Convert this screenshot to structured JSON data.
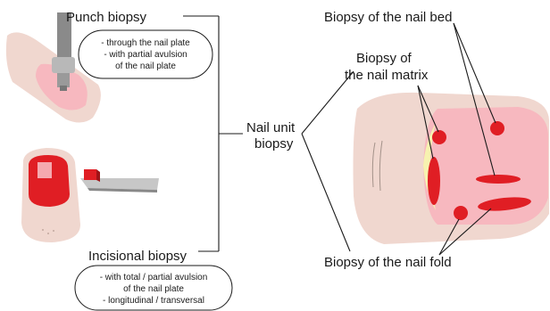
{
  "labels": {
    "punch": "Punch biopsy",
    "incisional": "Incisional biopsy",
    "center_line1": "Nail unit",
    "center_line2": "biopsy",
    "nail_bed": "Biopsy of the nail bed",
    "matrix_line1": "Biopsy of",
    "matrix_line2": "the nail matrix",
    "nail_fold": "Biopsy of the nail fold"
  },
  "notes": {
    "punch": [
      "- through the nail plate",
      "- with partial avulsion",
      "of the nail plate"
    ],
    "incisional": [
      "- with total / partial avulsion",
      "of the nail plate",
      "- longitudinal / transversal"
    ]
  },
  "colors": {
    "skin": "#f0d7cf",
    "nail_pink": "#f7b8bf",
    "biopsy_red": "#e01e24",
    "matrix_yellow": "#f7f2b0"
  }
}
